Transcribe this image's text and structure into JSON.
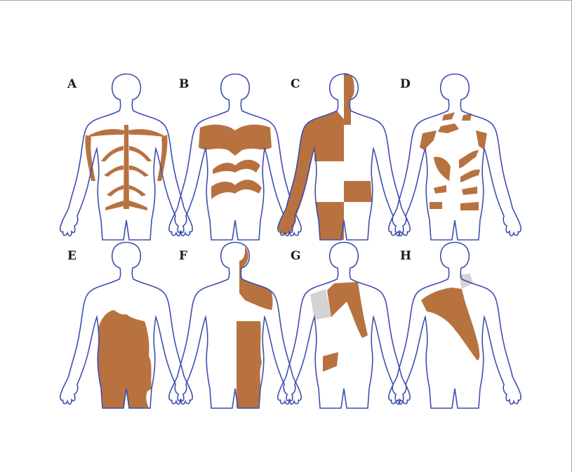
{
  "figure": {
    "panels": [
      {
        "id": "A",
        "label": "A"
      },
      {
        "id": "B",
        "label": "B"
      },
      {
        "id": "C",
        "label": "C"
      },
      {
        "id": "D",
        "label": "D"
      },
      {
        "id": "E",
        "label": "E"
      },
      {
        "id": "F",
        "label": "F"
      },
      {
        "id": "G",
        "label": "G"
      },
      {
        "id": "H",
        "label": "H"
      }
    ],
    "colors": {
      "outline": "#3f4fb0",
      "lesion": "#b8723f",
      "grey_area": "#d3d3d3"
    }
  }
}
